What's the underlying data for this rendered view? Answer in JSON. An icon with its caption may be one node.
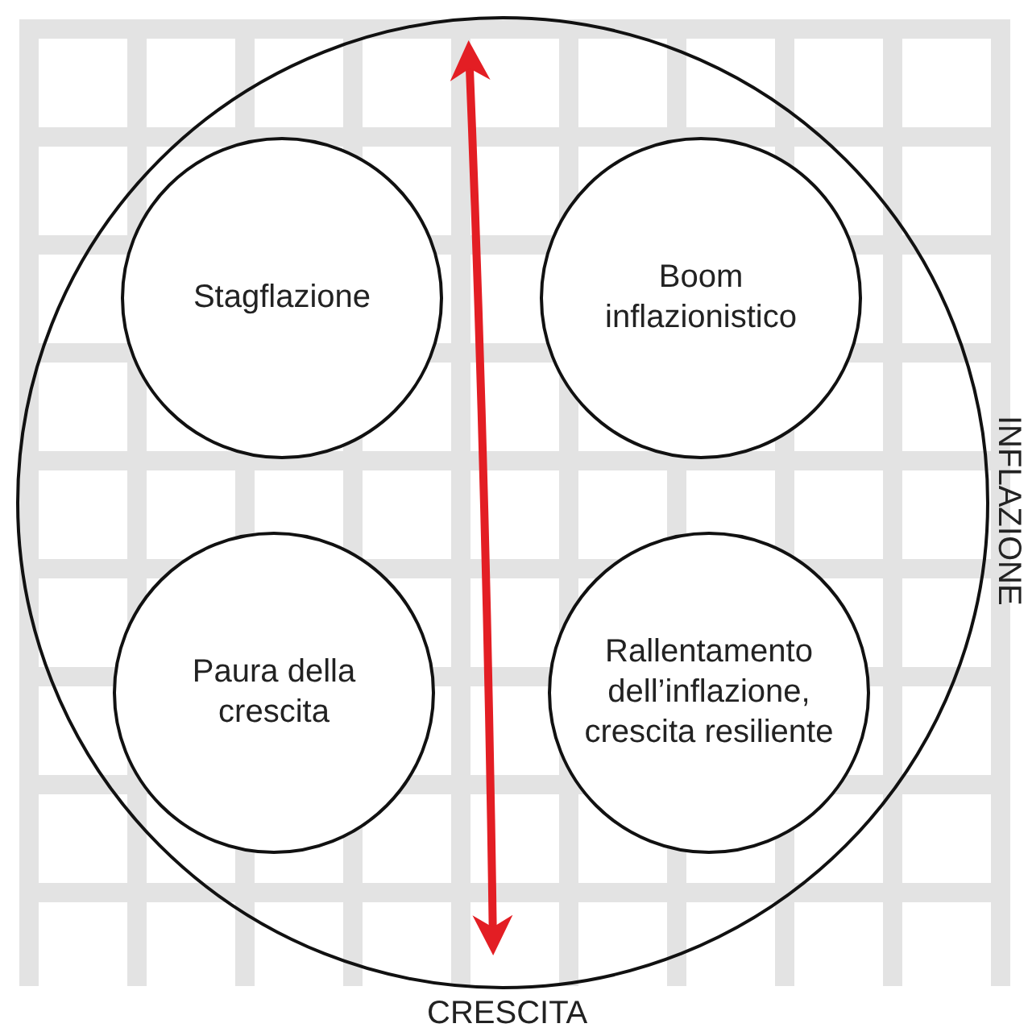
{
  "diagram": {
    "nodes": [
      {
        "text": [],
        "shape": "circle"
      },
      {
        "text": [
          "Stagflazione"
        ],
        "in": 0
      },
      {
        "text": [
          "Boom inflazionistico"
        ],
        "in": 0
      },
      {
        "text": [
          "Paura della crescita"
        ],
        "in": 0
      },
      {
        "text": [
          "Rallentamento dell’inflazione, crescita resiliente"
        ],
        "in": 0
      }
    ],
    "edges": [],
    "labels": [
      "INFLAZIONE",
      "CRESCITA"
    ]
  }
}
